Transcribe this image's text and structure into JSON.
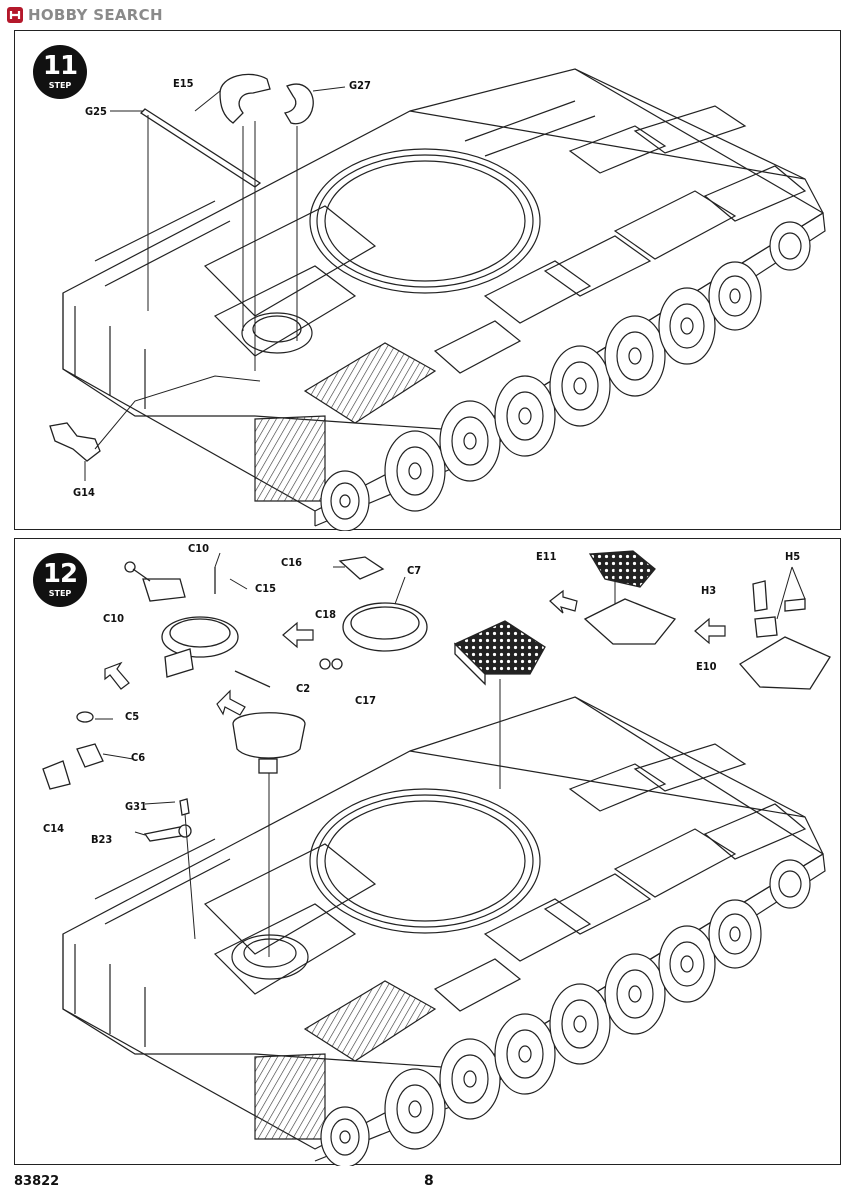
{
  "watermark": {
    "logo_text": "HOBBY SEARCH"
  },
  "steps": [
    {
      "number": "11",
      "word": "STEP",
      "parts": [
        "E15",
        "G27",
        "G25",
        "G14"
      ]
    },
    {
      "number": "12",
      "word": "STEP",
      "parts": [
        "C10",
        "C10",
        "C15",
        "C16",
        "C7",
        "E11",
        "H5",
        "H3",
        "E10",
        "C18",
        "C17",
        "C2",
        "C5",
        "C6",
        "C14",
        "G31",
        "B23"
      ]
    }
  ],
  "footer": {
    "kit_number": "83822",
    "page_number": "8"
  }
}
